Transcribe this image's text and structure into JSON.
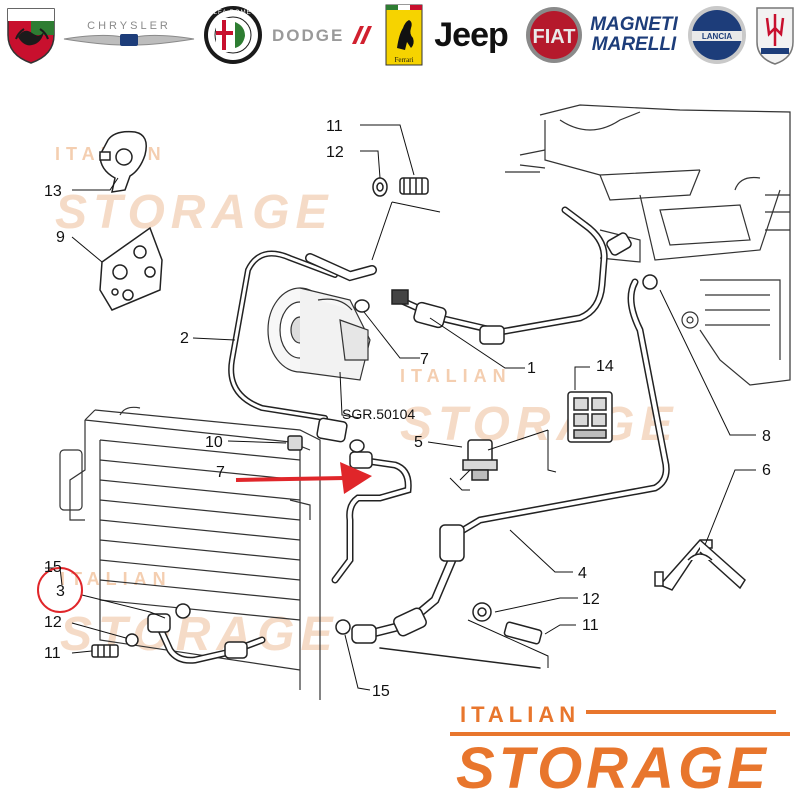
{
  "brands": [
    {
      "name": "ABARTH"
    },
    {
      "name": "CHRYSLER"
    },
    {
      "name": "ALFA ROMEO"
    },
    {
      "name": "DODGE"
    },
    {
      "name": "Ferrari"
    },
    {
      "name": "Jeep"
    },
    {
      "name": "FIAT"
    },
    {
      "name": "MAGNETI MARELLI"
    },
    {
      "name": "LANCIA"
    },
    {
      "name": "MASERATI"
    }
  ],
  "diagram": {
    "callouts": [
      "11",
      "12",
      "13",
      "9",
      "2",
      "7",
      "1",
      "14",
      "5",
      "8",
      "10",
      "7",
      "6",
      "4",
      "15",
      "3",
      "12",
      "11",
      "12",
      "11",
      "15"
    ],
    "reference_label": "SGR.50104",
    "highlighted_callout": "3",
    "arrow_color": "#e0262a",
    "circle_color": "#e0262a"
  },
  "watermark": {
    "line1": "ITALIAN",
    "line2": "STORAGE",
    "color": "#e8762d"
  }
}
